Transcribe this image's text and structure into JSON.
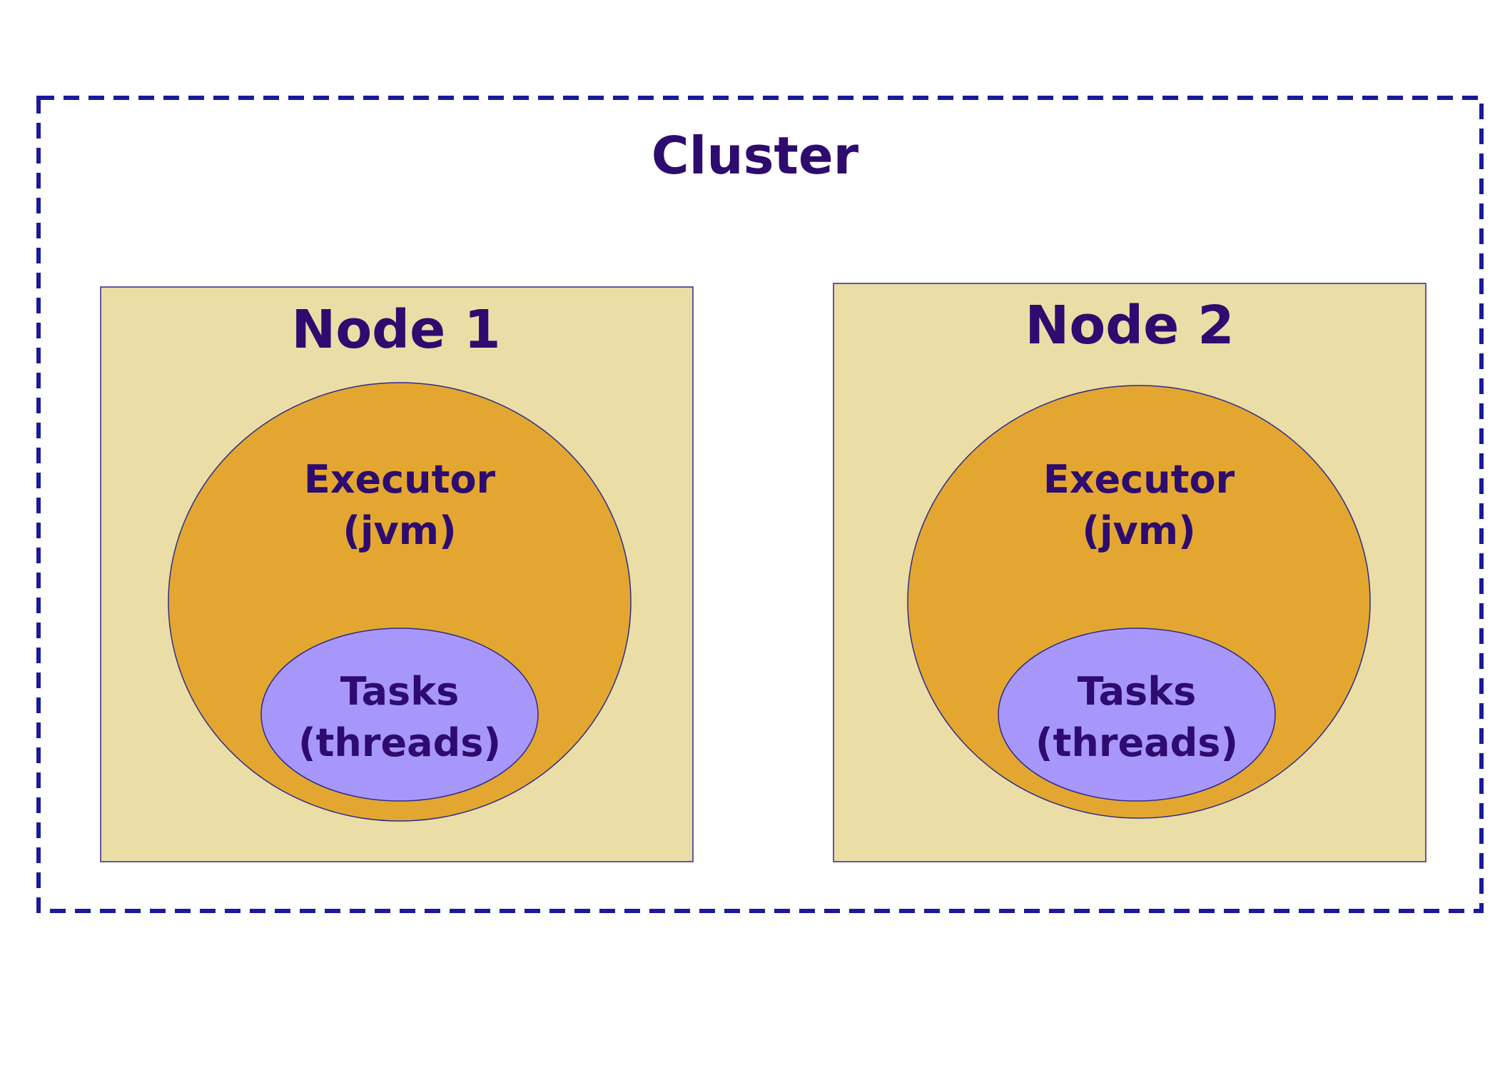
{
  "colors": {
    "text": "#2e0b6e",
    "cluster_border": "#1a1a9a",
    "node_fill": "#ebdda6",
    "node_border": "#2b2b8a",
    "executor_fill": "#e3a731",
    "tasks_fill": "#a897fb"
  },
  "cluster": {
    "label": "Cluster"
  },
  "nodes": [
    {
      "label": "Node 1",
      "executor": {
        "line1": "Executor",
        "line2": "(jvm)"
      },
      "tasks": {
        "line1": "Tasks",
        "line2": "(threads)"
      }
    },
    {
      "label": "Node 2",
      "executor": {
        "line1": "Executor",
        "line2": "(jvm)"
      },
      "tasks": {
        "line1": "Tasks",
        "line2": "(threads)"
      }
    }
  ]
}
